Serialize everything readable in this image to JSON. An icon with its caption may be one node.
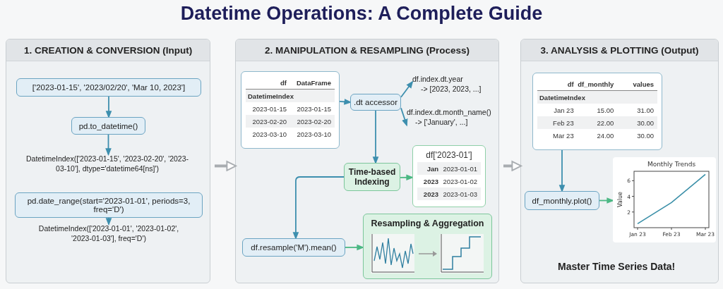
{
  "diagram": {
    "title": "Datetime Operations: A Complete Guide",
    "nodes": [
      {
        "text": [
          "1. CREATION & CONVERSION (Input)"
        ]
      },
      {
        "text": [
          "['2023-01-15', '2023/02/20', 'Mar 10, 2023']"
        ],
        "in": 0
      },
      {
        "text": [
          "pd.to_datetime()"
        ],
        "in": 0
      },
      {
        "text": [
          "DatetimeIndex(['2023-01-15', '2023-02-20', '2023-03-10'], dtype='datetime64[ns]')"
        ],
        "in": 0
      },
      {
        "text": [
          "pd.date_range(start='2023-01-01', periods=3, freq='D')"
        ],
        "in": 0
      },
      {
        "text": [
          "DatetimeIndex(['2023-01-01', '2023-01-02', '2023-01-03'], freq='D')"
        ],
        "in": 0
      },
      {
        "text": [
          "2. MANIPULATION & RESAMPLING (Process)"
        ]
      },
      {
        "text": [
          "df",
          "DataFrame",
          "DatetimeIndex",
          "2023-01-15",
          "2023-01-15",
          "2023-02-20",
          "2023-02-20",
          "2023-03-10",
          "2023-03-10"
        ],
        "in": 6
      },
      {
        "text": [
          ".dt accessor"
        ],
        "in": 6
      },
      {
        "text": [
          "df.index.dt.year",
          "-> [2023, 2023, ...]"
        ],
        "in": 6
      },
      {
        "text": [
          "df.index.dt.month_name()",
          "-> ['January', ...]"
        ],
        "in": 6
      },
      {
        "text": [
          "Time-based Indexing"
        ],
        "in": 6
      },
      {
        "text": [
          "df['2023-01']",
          "Jan",
          "2023-01-01",
          "2023",
          "2023-01-02",
          "2023",
          "2023-01-03"
        ],
        "in": 6
      },
      {
        "text": [
          "df.resample('M').mean()"
        ],
        "in": 6
      },
      {
        "text": [
          "Resampling & Aggregation"
        ],
        "in": 6
      },
      {
        "text": [
          "3. ANALYSIS & PLOTTING (Output)"
        ]
      },
      {
        "text": [
          "df",
          "df_monthly",
          "values",
          "DatetimeIndex",
          "Jan 23",
          "15.00",
          "31.00",
          "Feb 23",
          "22.00",
          "30.00",
          "Mar 23",
          "24.00",
          "30.00"
        ],
        "in": 15
      },
      {
        "text": [
          "df_monthly.plot()"
        ],
        "in": 15
      },
      {
        "text": [],
        "shape": "picture",
        "in": 15
      }
    ],
    "edges": [
      {
        "from": 1,
        "to": 2,
        "arrow": "to"
      },
      {
        "from": 2,
        "to": 3,
        "arrow": "to"
      },
      {
        "from": 4,
        "to": 5,
        "arrow": "to"
      },
      {
        "from": 7,
        "to": 8,
        "arrow": "to"
      },
      {
        "from": 8,
        "to": 9,
        "arrow": "to"
      },
      {
        "from": 8,
        "to": 10,
        "arrow": "to"
      },
      {
        "from": 8,
        "to": 11,
        "arrow": "to"
      },
      {
        "from": 11,
        "to": 12,
        "arrow": "to",
        "color": "#4cb884"
      },
      {
        "from": 11,
        "to": 13,
        "arrow": "to"
      },
      {
        "from": 13,
        "to": 14,
        "arrow": "to",
        "color": "#4cb884"
      },
      {
        "from": 16,
        "to": 17,
        "arrow": "to"
      },
      {
        "from": 17,
        "to": 18,
        "arrow": "to",
        "color": "#4cb884"
      },
      {
        "from": 0,
        "to": 6,
        "arrow": "to",
        "style": "thick",
        "color": "#a9adb1"
      },
      {
        "from": 6,
        "to": 15,
        "arrow": "to",
        "style": "thick",
        "color": "#a9adb1"
      }
    ],
    "labels": [
      "Master Time Series Data!"
    ],
    "chart_data": {
      "type": "line",
      "title": "Monthly Trends",
      "ylabel": "Value",
      "categories": [
        "Jan 23",
        "Feb 23",
        "Mar 23"
      ],
      "ylim": [
        0,
        7.2
      ],
      "yticks": [
        2,
        4,
        6
      ],
      "series": [
        {
          "color": "#3a8fa8",
          "values": [
            0.5,
            3.2,
            6.8
          ]
        }
      ]
    }
  }
}
